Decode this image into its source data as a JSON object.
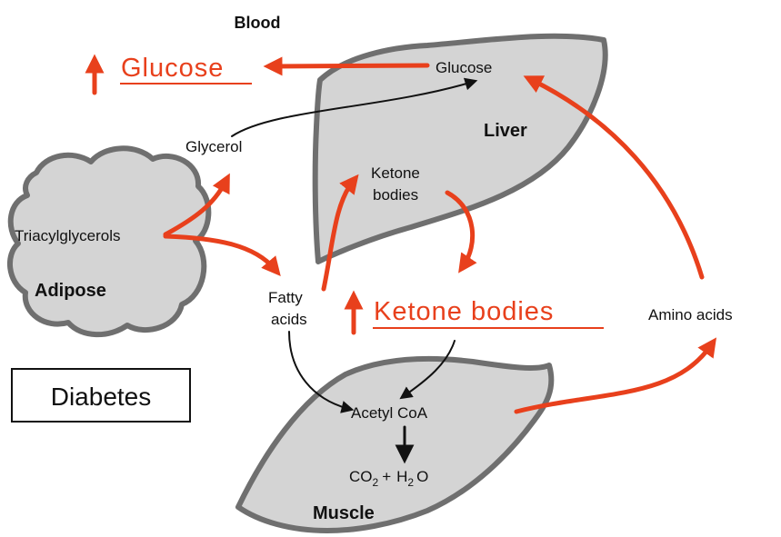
{
  "blood_label": "Blood",
  "glucose_blood": "Glucose",
  "liver": {
    "title": "Liver",
    "glucose": "Glucose",
    "ketone_line1": "Ketone",
    "ketone_line2": "bodies"
  },
  "adipose": {
    "title": "Adipose",
    "triacylglycerols": "Triacylglycerols"
  },
  "glycerol": "Glycerol",
  "fatty_acids_line1": "Fatty",
  "fatty_acids_line2": "acids",
  "ketone_bodies_blood": "Ketone bodies",
  "amino_acids": "Amino acids",
  "condition_box": "Diabetes",
  "muscle": {
    "title": "Muscle",
    "acetyl_coa": "Acetyl CoA",
    "co2": "CO",
    "co2_sub": "2",
    "plus": "+",
    "h2o_h": "H",
    "h2o_sub": "2",
    "h2o_o": "O"
  },
  "colors": {
    "increase_red": "#e8401c",
    "organ_fill": "#d4d4d4",
    "organ_edge": "#6f6f6f"
  }
}
